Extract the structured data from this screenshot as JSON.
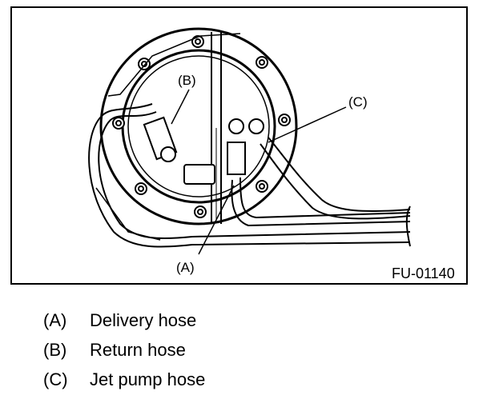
{
  "figure": {
    "figure_id": "FU-01140",
    "callouts": {
      "a": "(A)",
      "b": "(B)",
      "c": "(C)"
    }
  },
  "legend": [
    {
      "key": "(A)",
      "text": "Delivery hose"
    },
    {
      "key": "(B)",
      "text": "Return hose"
    },
    {
      "key": "(C)",
      "text": "Jet pump hose"
    }
  ]
}
